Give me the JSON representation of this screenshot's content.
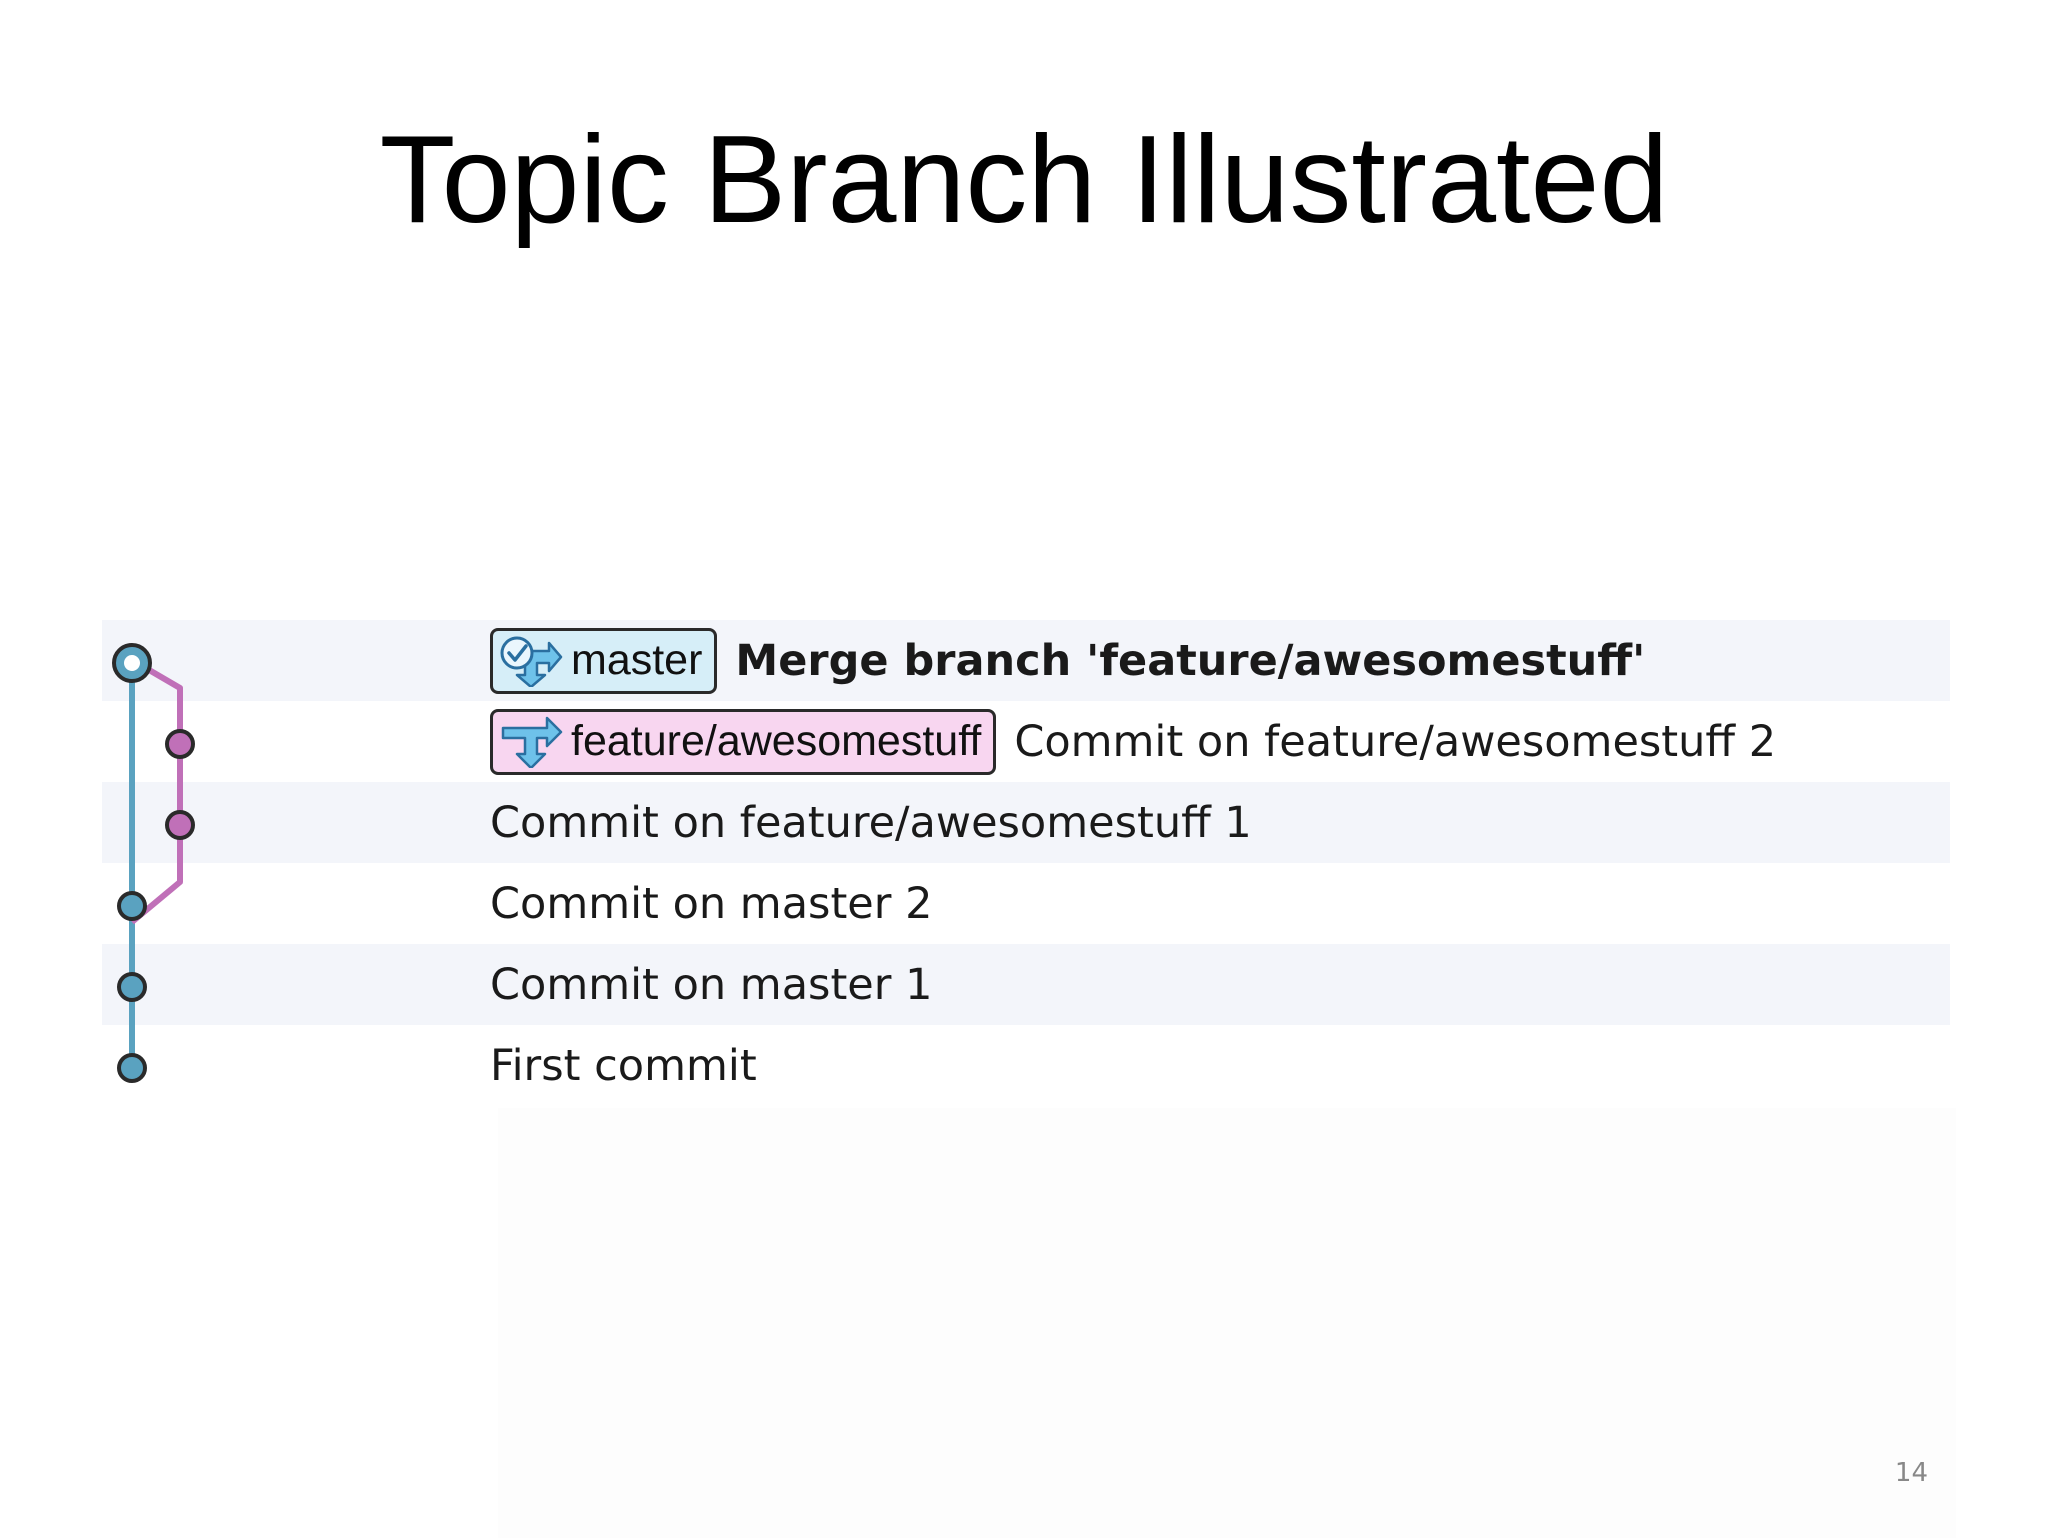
{
  "slide": {
    "title": "Topic Branch Illustrated",
    "page_number": "14"
  },
  "colors": {
    "master": "#5aa2c0",
    "feature": "#c070b8",
    "master_tag_bg": "#d6eef8",
    "feature_tag_bg": "#f8d6f0",
    "alt_row_bg": "#f3f5fa"
  },
  "commits": [
    {
      "message": "Merge branch 'feature/awesomestuff'",
      "branch_tag": "master",
      "tag_icon": "current-branch-icon",
      "lane": "master",
      "head": true
    },
    {
      "message": "Commit on feature/awesomestuff 2",
      "branch_tag": "feature/awesomestuff",
      "tag_icon": "branch-icon",
      "lane": "feature"
    },
    {
      "message": "Commit on feature/awesomestuff 1",
      "lane": "feature"
    },
    {
      "message": "Commit on master 2",
      "lane": "master"
    },
    {
      "message": "Commit on master 1",
      "lane": "master"
    },
    {
      "message": "First commit",
      "lane": "master"
    }
  ]
}
